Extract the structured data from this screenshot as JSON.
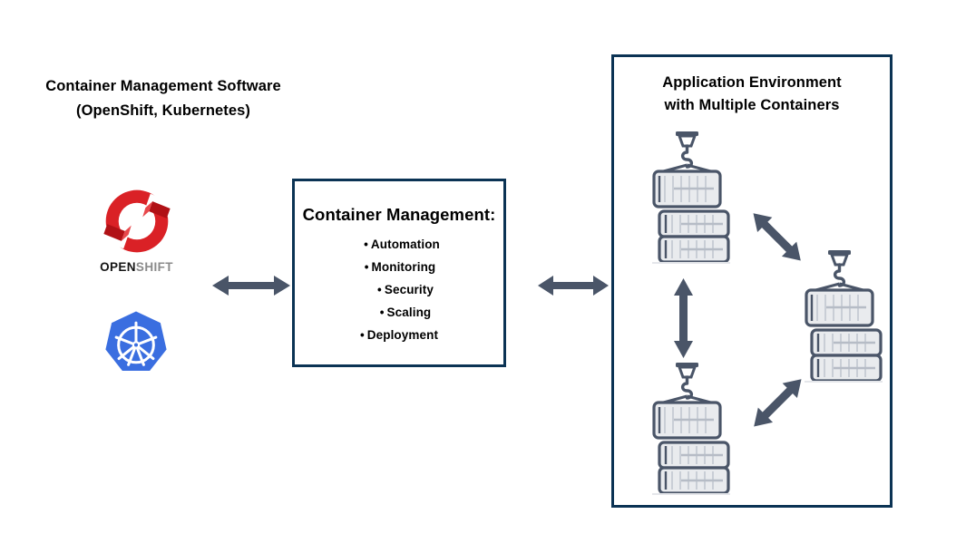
{
  "page": {
    "background": "#ffffff",
    "accent_navy": "#0b3354",
    "arrow_color": "#4a5568",
    "container_outline": "#4a5568",
    "container_fill": "#e9ebee",
    "openshift_red": "#da2126",
    "openshift_dark_red": "#b11116",
    "kubernetes_blue": "#3a6ee0"
  },
  "left": {
    "heading_line1": "Container Management Software",
    "heading_line2": "(OpenShift, Kubernetes)",
    "logos": [
      {
        "name": "openshift",
        "wordmark_bold": "OPEN",
        "wordmark_light": "SHIFT"
      },
      {
        "name": "kubernetes"
      }
    ]
  },
  "center_box": {
    "title": "Container Management:",
    "items": [
      "Automation",
      "Monitoring",
      "Security",
      "Scaling",
      "Deployment"
    ],
    "bullet": "•"
  },
  "right_panel": {
    "title_line1": "Application Environment",
    "title_line2": "with Multiple Containers",
    "container_groups": [
      {
        "id": "top-left",
        "label": "container-stack-top-left"
      },
      {
        "id": "middle-right",
        "label": "container-stack-middle-right"
      },
      {
        "id": "bottom-left",
        "label": "container-stack-bottom-left"
      }
    ]
  },
  "arrows": [
    {
      "id": "logos-to-box",
      "direction": "horizontal-bidirectional"
    },
    {
      "id": "box-to-panel",
      "direction": "horizontal-bidirectional"
    },
    {
      "id": "topleft-to-middleright",
      "direction": "diagonal-bidirectional"
    },
    {
      "id": "topleft-to-bottomleft",
      "direction": "vertical-bidirectional"
    },
    {
      "id": "bottomleft-to-middleright",
      "direction": "diagonal-bidirectional"
    }
  ]
}
